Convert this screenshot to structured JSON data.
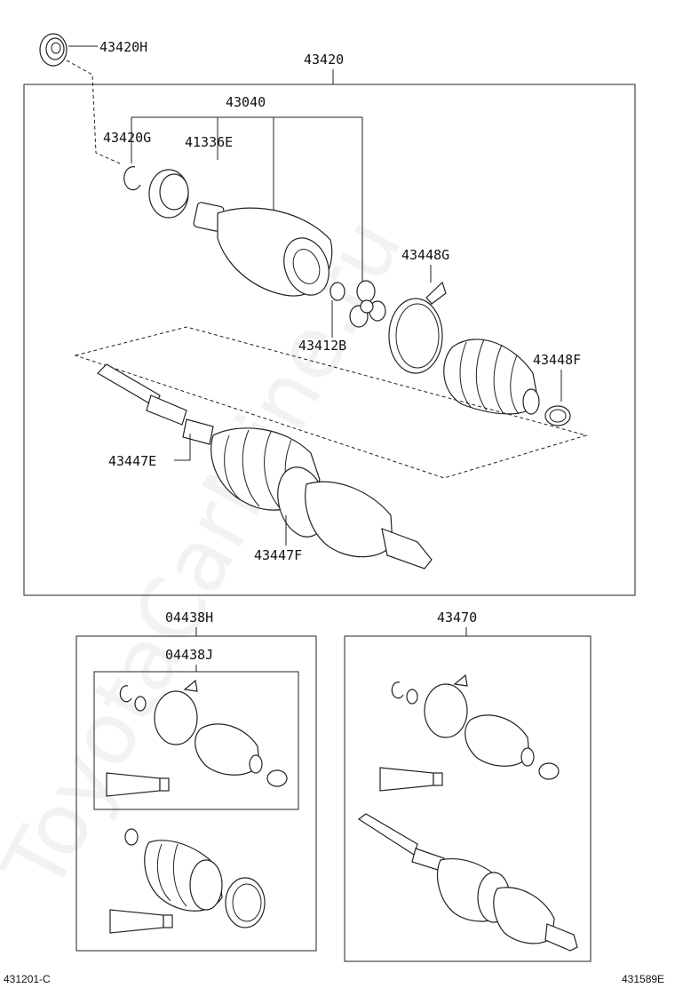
{
  "labels": {
    "p43420H": "43420H",
    "p43420": "43420",
    "p43040": "43040",
    "p43420G": "43420G",
    "p41336E": "41336E",
    "p43448G": "43448G",
    "p43412B": "43412B",
    "p43448F": "43448F",
    "p43447E": "43447E",
    "p43447F": "43447F",
    "p04438H": "04438H",
    "p04438J": "04438J",
    "p43470": "43470"
  },
  "footer": {
    "left_code": "431201-C",
    "right_code": "431589E"
  },
  "watermark": "ToyotaCarMine.ru",
  "colors": {
    "line": "#222222",
    "text": "#111111",
    "background": "#ffffff"
  }
}
